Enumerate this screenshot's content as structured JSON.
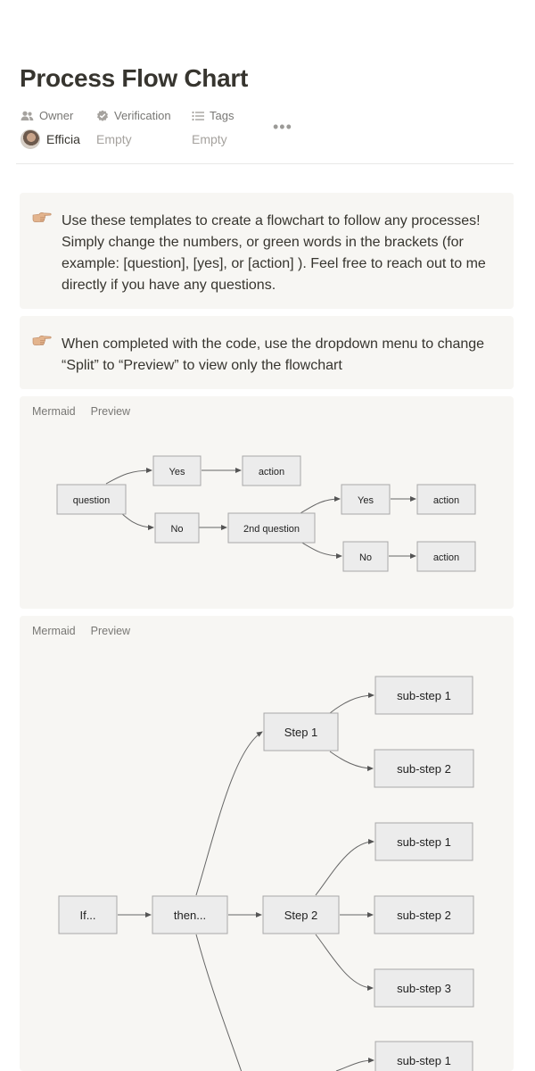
{
  "page": {
    "title": "Process Flow Chart",
    "properties": [
      {
        "label": "Owner",
        "icon": "people-icon",
        "value": "Efficia"
      },
      {
        "label": "Verification",
        "icon": "verified-badge-icon",
        "value": "Empty"
      },
      {
        "label": "Tags",
        "icon": "list-icon",
        "value": "Empty"
      }
    ],
    "more_label": "•••"
  },
  "callouts": [
    {
      "icon": "pointing-hand-icon",
      "text": "Use these templates to create a flowchart to follow any processes! Simply change the numbers, or green words in the brackets (for example: [question], [yes], or [action] ). Feel free to reach out to me directly if you have any questions."
    },
    {
      "icon": "pointing-hand-icon",
      "text": "When completed with the code, use the dropdown menu to change “Split” to “Preview” to view only the flowchart"
    }
  ],
  "diagrams": [
    {
      "tabs": [
        "Mermaid",
        "Preview"
      ],
      "nodes": [
        {
          "id": "q",
          "label": "question"
        },
        {
          "id": "y1",
          "label": "Yes"
        },
        {
          "id": "a1",
          "label": "action"
        },
        {
          "id": "n1",
          "label": "No"
        },
        {
          "id": "q2",
          "label": "2nd question"
        },
        {
          "id": "y2",
          "label": "Yes"
        },
        {
          "id": "a2",
          "label": "action"
        },
        {
          "id": "n2",
          "label": "No"
        },
        {
          "id": "a3",
          "label": "action"
        }
      ]
    },
    {
      "tabs": [
        "Mermaid",
        "Preview"
      ],
      "nodes": [
        {
          "id": "if",
          "label": "If..."
        },
        {
          "id": "then",
          "label": "then..."
        },
        {
          "id": "s1",
          "label": "Step 1"
        },
        {
          "id": "s1a",
          "label": "sub-step 1"
        },
        {
          "id": "s1b",
          "label": "sub-step 2"
        },
        {
          "id": "s2",
          "label": "Step 2"
        },
        {
          "id": "s2a",
          "label": "sub-step 1"
        },
        {
          "id": "s2b",
          "label": "sub-step 2"
        },
        {
          "id": "s2c",
          "label": "sub-step 3"
        },
        {
          "id": "s3a",
          "label": "sub-step 1"
        }
      ]
    }
  ]
}
